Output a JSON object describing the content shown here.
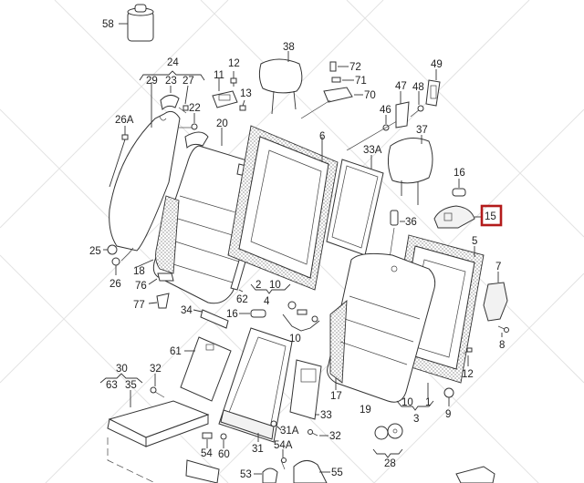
{
  "diagram": {
    "type": "exploded-parts-diagram",
    "subject": "rear seat backrest assembly",
    "highlight": {
      "part": "15",
      "color": "#b31b1b"
    },
    "labels": [
      {
        "id": "58",
        "text": "58"
      },
      {
        "id": "24",
        "text": "24"
      },
      {
        "id": "29",
        "text": "29"
      },
      {
        "id": "23",
        "text": "23"
      },
      {
        "id": "27",
        "text": "27"
      },
      {
        "id": "22",
        "text": "22"
      },
      {
        "id": "26A",
        "text": "26A"
      },
      {
        "id": "25",
        "text": "25"
      },
      {
        "id": "26",
        "text": "26"
      },
      {
        "id": "18",
        "text": "18"
      },
      {
        "id": "76",
        "text": "76"
      },
      {
        "id": "77",
        "text": "77"
      },
      {
        "id": "11",
        "text": "11"
      },
      {
        "id": "12a",
        "text": "12"
      },
      {
        "id": "13",
        "text": "13"
      },
      {
        "id": "20",
        "text": "20"
      },
      {
        "id": "38",
        "text": "38"
      },
      {
        "id": "72",
        "text": "72"
      },
      {
        "id": "71",
        "text": "71"
      },
      {
        "id": "70",
        "text": "70"
      },
      {
        "id": "6",
        "text": "6"
      },
      {
        "id": "47",
        "text": "47"
      },
      {
        "id": "48",
        "text": "48"
      },
      {
        "id": "49",
        "text": "49"
      },
      {
        "id": "46",
        "text": "46"
      },
      {
        "id": "37",
        "text": "37"
      },
      {
        "id": "33A",
        "text": "33A"
      },
      {
        "id": "16a",
        "text": "16"
      },
      {
        "id": "15",
        "text": "15"
      },
      {
        "id": "36",
        "text": "36"
      },
      {
        "id": "5",
        "text": "5"
      },
      {
        "id": "7",
        "text": "7"
      },
      {
        "id": "8",
        "text": "8"
      },
      {
        "id": "12b",
        "text": "12"
      },
      {
        "id": "9",
        "text": "9"
      },
      {
        "id": "2",
        "text": "2"
      },
      {
        "id": "10a",
        "text": "10"
      },
      {
        "id": "4",
        "text": "4"
      },
      {
        "id": "62",
        "text": "62"
      },
      {
        "id": "34",
        "text": "34"
      },
      {
        "id": "16b",
        "text": "16"
      },
      {
        "id": "10b",
        "text": "10"
      },
      {
        "id": "61",
        "text": "61"
      },
      {
        "id": "17",
        "text": "17"
      },
      {
        "id": "19",
        "text": "19"
      },
      {
        "id": "10c",
        "text": "10"
      },
      {
        "id": "1",
        "text": "1"
      },
      {
        "id": "3",
        "text": "3"
      },
      {
        "id": "30",
        "text": "30"
      },
      {
        "id": "63",
        "text": "63"
      },
      {
        "id": "35",
        "text": "35"
      },
      {
        "id": "32a",
        "text": "32"
      },
      {
        "id": "33",
        "text": "33"
      },
      {
        "id": "31A",
        "text": "31A"
      },
      {
        "id": "32b",
        "text": "32"
      },
      {
        "id": "31",
        "text": "31"
      },
      {
        "id": "54",
        "text": "54"
      },
      {
        "id": "60",
        "text": "60"
      },
      {
        "id": "54A",
        "text": "54A"
      },
      {
        "id": "53",
        "text": "53"
      },
      {
        "id": "55",
        "text": "55"
      },
      {
        "id": "28",
        "text": "28"
      }
    ]
  }
}
